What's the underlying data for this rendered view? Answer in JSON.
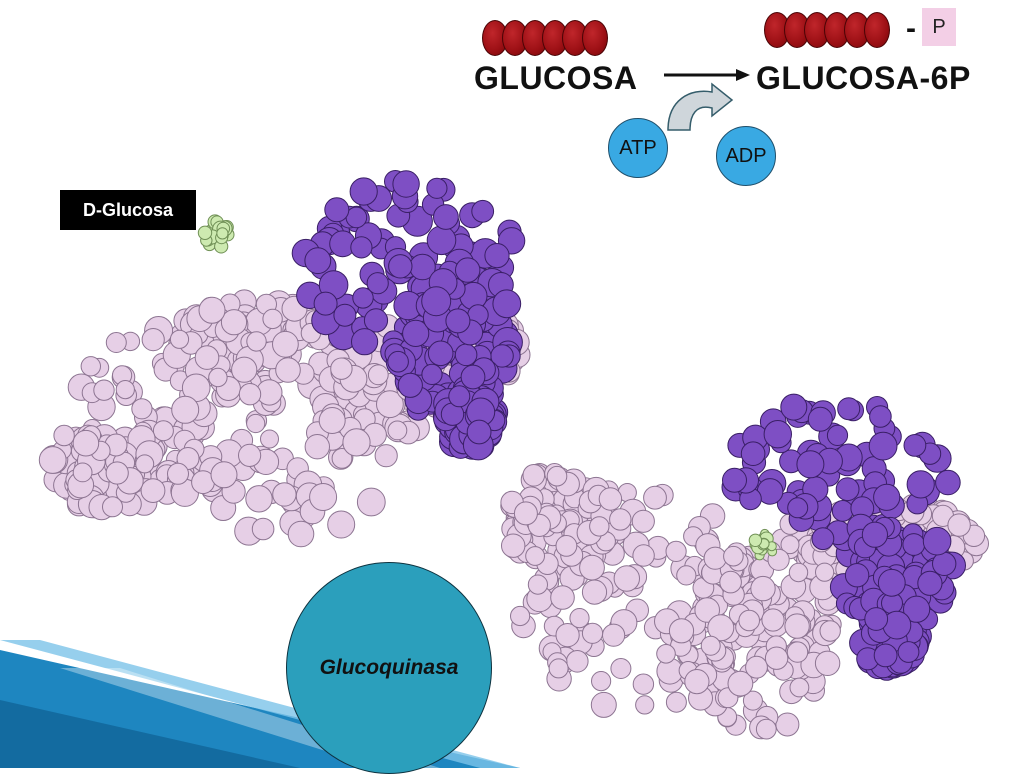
{
  "reaction": {
    "substrate": "GLUCOSA",
    "product": "GLUCOSA-6P",
    "phosphate_dash": "-",
    "phosphate_label": "P",
    "cofactor_in": "ATP",
    "cofactor_out": "ADP"
  },
  "labels": {
    "ligand": "D-Glucosa",
    "enzyme": "Glucoquinasa"
  },
  "colors": {
    "bead": "#9b0f14",
    "phosphate_box": "#f3cfe6",
    "cofactor": "#39a9e3",
    "enzyme_circle": "#2b9fbc",
    "protein_light": "#e6cfe6",
    "protein_dark": "#7e4fc4",
    "ligand": "#cdeab0",
    "corner_band": "#1e86c0"
  }
}
